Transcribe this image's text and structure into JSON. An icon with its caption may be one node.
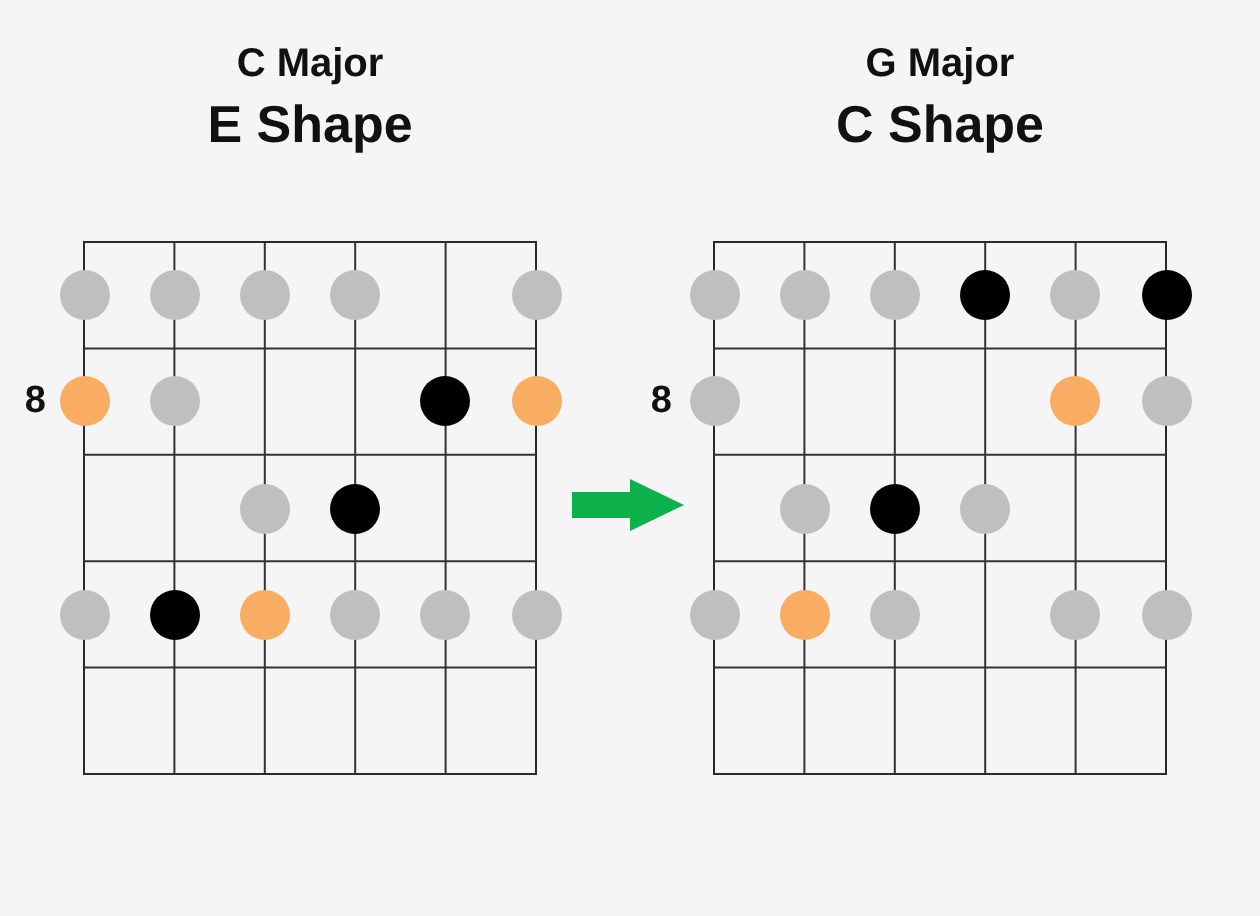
{
  "diagram": {
    "nodes": [
      {
        "text": [
          "C Major",
          "E Shape"
        ],
        "beside": [
          "8"
        ]
      },
      {
        "text": [
          "G Major",
          "C Shape"
        ],
        "beside": [
          "8"
        ]
      }
    ],
    "edges": [
      {
        "from": 0,
        "to": 1,
        "arrow": "to"
      }
    ]
  }
}
